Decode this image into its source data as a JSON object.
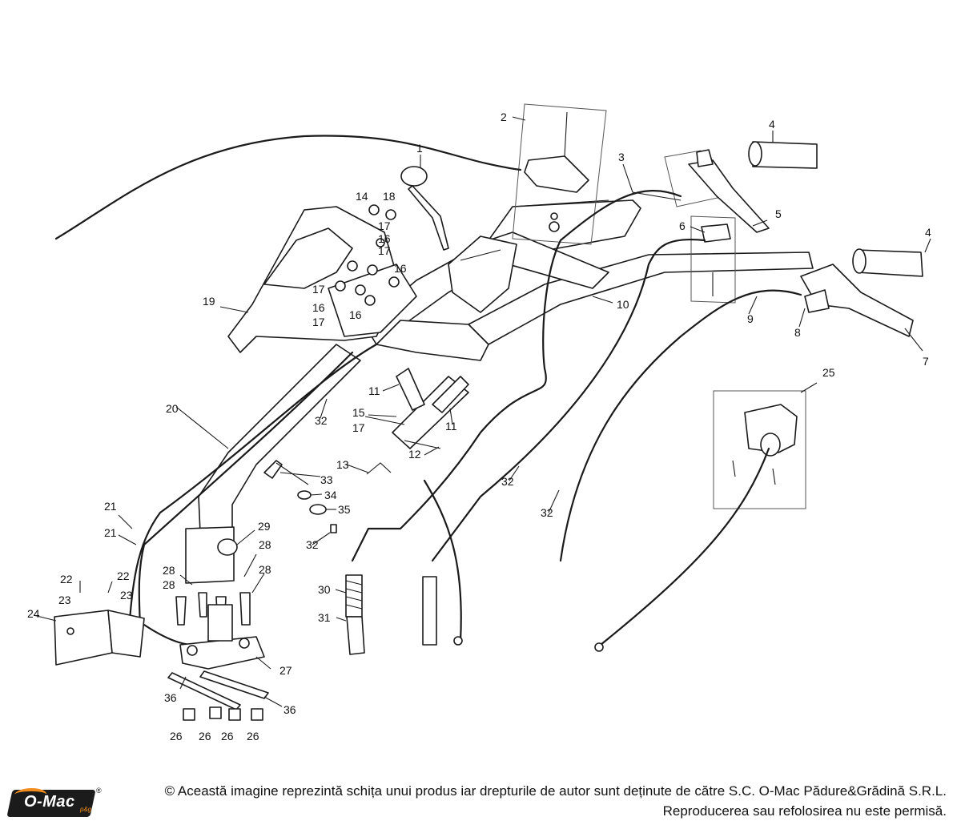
{
  "diagram": {
    "callouts": {
      "c1": "1",
      "c2": "2",
      "c3": "3",
      "c4a": "4",
      "c4b": "4",
      "c5": "5",
      "c6": "6",
      "c7": "7",
      "c8": "8",
      "c9": "9",
      "c10": "10",
      "c11a": "11",
      "c11b": "11",
      "c12": "12",
      "c13": "13",
      "c14": "14",
      "c15": "15",
      "c16a": "16",
      "c16b": "16",
      "c16c": "16",
      "c16d": "16",
      "c17a": "17",
      "c17b": "17",
      "c17c": "17",
      "c17d": "17",
      "c17e": "17",
      "c18": "18",
      "c19": "19",
      "c20": "20",
      "c21a": "21",
      "c21b": "21",
      "c22a": "22",
      "c22b": "22",
      "c23a": "23",
      "c23b": "23",
      "c24": "24",
      "c25": "25",
      "c26a": "26",
      "c26b": "26",
      "c26c": "26",
      "c26d": "26",
      "c27": "27",
      "c28a": "28",
      "c28b": "28",
      "c28c": "28",
      "c28d": "28",
      "c29": "29",
      "c30": "30",
      "c31": "31",
      "c32a": "32",
      "c32b": "32",
      "c32c": "32",
      "c32d": "32",
      "c33": "33",
      "c34": "34",
      "c35": "35",
      "c36a": "36",
      "c36b": "36"
    }
  },
  "footer": {
    "logo_text": "O-Mac",
    "logo_sub": "p&g",
    "logo_reg": "®",
    "copyright_line1": "© Această imagine reprezintă schița unui produs iar drepturile de autor sunt deținute de către S.C. O-Mac Pădure&Grădină S.R.L.",
    "copyright_line2": "Reproducerea sau refolosirea nu este permisă."
  },
  "colors": {
    "brand_orange": "#f28c1e",
    "logo_dark": "#1b1b1b",
    "line": "#1a1a1a"
  }
}
